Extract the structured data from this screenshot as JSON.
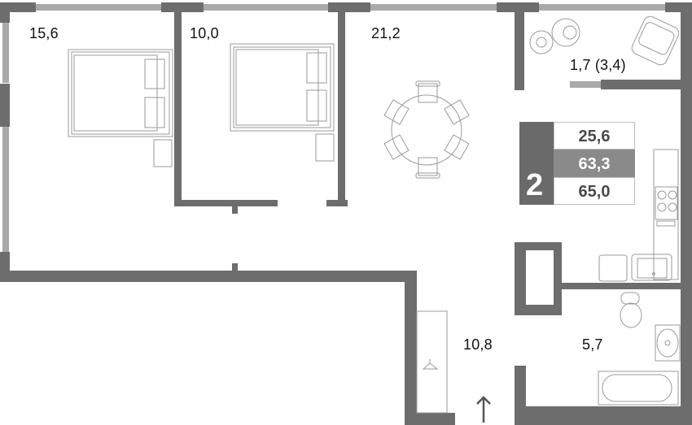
{
  "plan": {
    "rooms": [
      {
        "id": "bedroom-1",
        "area": "15,6"
      },
      {
        "id": "bedroom-2",
        "area": "10,0"
      },
      {
        "id": "living-kitchen",
        "area": "21,2"
      },
      {
        "id": "balcony",
        "area": "1,7 (3,4)"
      },
      {
        "id": "hallway",
        "area": "10,8"
      },
      {
        "id": "bathroom",
        "area": "5,7"
      }
    ]
  },
  "legend": {
    "rooms_count": "2",
    "living_area": "25,6",
    "total_area": "63,3",
    "total_area_with_balcony": "65,0"
  },
  "colors": {
    "wall": "#6d6d6d",
    "window": "#a9a9a9",
    "legend_dark": "#6a6a6a",
    "legend_mid": "#8a8a8a"
  },
  "icons": {
    "entrance": "arrow-up-icon"
  }
}
